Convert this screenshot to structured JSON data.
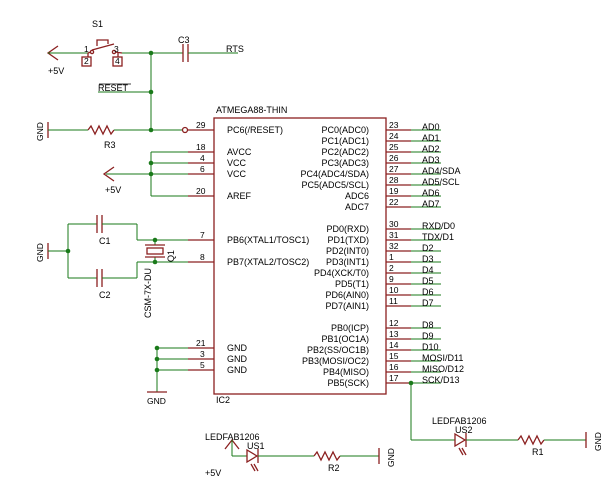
{
  "chip": {
    "name": "ATMEGA88-THIN",
    "designator": "IC2",
    "pins_left": [
      {
        "num": "29",
        "name": "PC6(/RESET)"
      },
      {
        "num": "18",
        "name": "AVCC"
      },
      {
        "num": "4",
        "name": "VCC"
      },
      {
        "num": "6",
        "name": "VCC"
      },
      {
        "num": "20",
        "name": "AREF"
      },
      {
        "num": "7",
        "name": "PB6(XTAL1/TOSC1)"
      },
      {
        "num": "8",
        "name": "PB7(XTAL2/TOSC2)"
      },
      {
        "num": "21",
        "name": "GND"
      },
      {
        "num": "3",
        "name": "GND"
      },
      {
        "num": "5",
        "name": "GND"
      }
    ],
    "pins_right": [
      {
        "num": "23",
        "name": "PC0(ADC0)",
        "net": "AD0"
      },
      {
        "num": "24",
        "name": "PC1(ADC1)",
        "net": "AD1"
      },
      {
        "num": "25",
        "name": "PC2(ADC2)",
        "net": "AD2"
      },
      {
        "num": "26",
        "name": "PC3(ADC3)",
        "net": "AD3"
      },
      {
        "num": "27",
        "name": "PC4(ADC4/SDA)",
        "net": "AD4/SDA"
      },
      {
        "num": "28",
        "name": "PC5(ADC5/SCL)",
        "net": "AD5/SCL"
      },
      {
        "num": "19",
        "name": "ADC6",
        "net": "AD6"
      },
      {
        "num": "22",
        "name": "ADC7",
        "net": "AD7"
      },
      {
        "num": "30",
        "name": "PD0(RXD)",
        "net": "RXD/D0"
      },
      {
        "num": "31",
        "name": "PD1(TXD)",
        "net": "TDX/D1"
      },
      {
        "num": "32",
        "name": "PD2(INT0)",
        "net": "D2"
      },
      {
        "num": "1",
        "name": "PD3(INT1)",
        "net": "D3"
      },
      {
        "num": "2",
        "name": "PD4(XCK/T0)",
        "net": "D4"
      },
      {
        "num": "9",
        "name": "PD5(T1)",
        "net": "D5"
      },
      {
        "num": "10",
        "name": "PD6(AIN0)",
        "net": "D6"
      },
      {
        "num": "11",
        "name": "PD7(AIN1)",
        "net": "D7"
      },
      {
        "num": "12",
        "name": "PB0(ICP)",
        "net": "D8"
      },
      {
        "num": "13",
        "name": "PB1(OC1A)",
        "net": "D9"
      },
      {
        "num": "14",
        "name": "PB2(SS/OC1B)",
        "net": "D10"
      },
      {
        "num": "15",
        "name": "PB3(MOSI/OC2)",
        "net": "MOSI/D11"
      },
      {
        "num": "16",
        "name": "PB4(MISO)",
        "net": "MISO/D12"
      },
      {
        "num": "17",
        "name": "PB5(SCK)",
        "net": "SCK/D13"
      }
    ]
  },
  "switch": {
    "name": "S1",
    "pins": [
      "1",
      "2",
      "3",
      "4"
    ]
  },
  "capacitors": {
    "c3": "C3",
    "c1": "C1",
    "c2": "C2"
  },
  "resistors": {
    "r1": "R1",
    "r2": "R2",
    "r3": "R3"
  },
  "crystal": {
    "name": "Q1",
    "value": "CSM-7X-DU"
  },
  "leds": [
    {
      "name": "US1",
      "value": "LEDFAB1206"
    },
    {
      "name": "US2",
      "value": "LEDFAB1206"
    }
  ],
  "nets": {
    "rts": "RTS",
    "reset": "RESET",
    "vcc": "+5V",
    "gnd": "GND"
  }
}
